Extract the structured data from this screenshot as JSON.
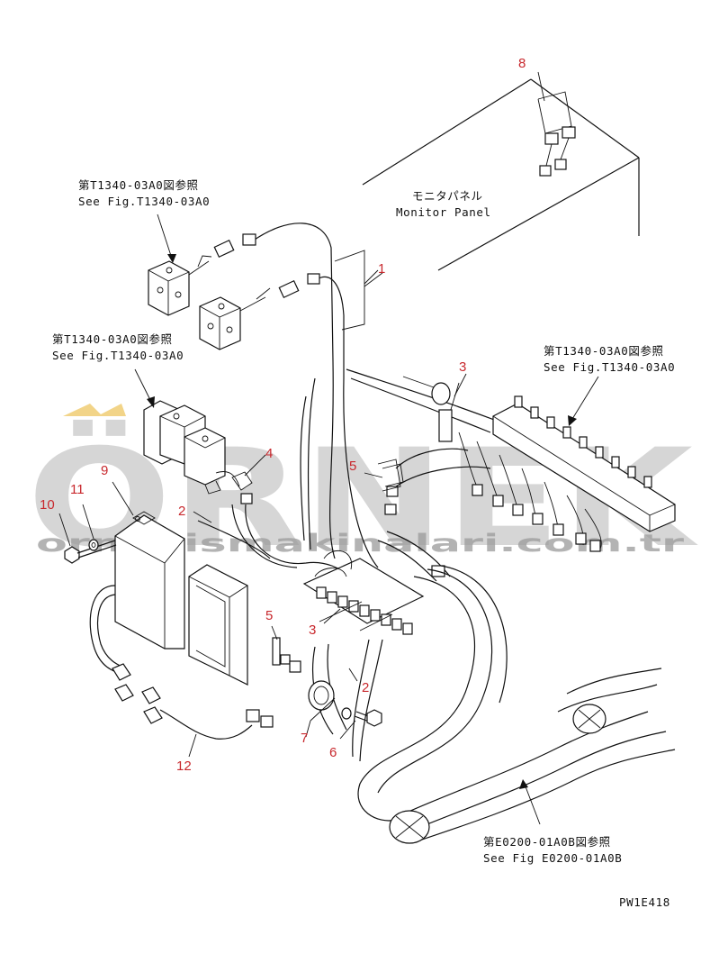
{
  "watermark": {
    "brand": "ÖRNEK",
    "site": "ornekismakinalari.com.tr"
  },
  "references": {
    "ref_top_left": {
      "jp": "第T1340-03A0図参照",
      "en": "See Fig.T1340-03A0"
    },
    "ref_mid_left": {
      "jp": "第T1340-03A0図参照",
      "en": "See Fig.T1340-03A0"
    },
    "ref_right": {
      "jp": "第T1340-03A0図参照",
      "en": "See Fig.T1340-03A0"
    },
    "ref_bottom": {
      "jp": "第E0200-01A0B図参照",
      "en": "See Fig E0200-01A0B"
    }
  },
  "monitor_panel": {
    "jp": "モニタパネル",
    "en": "Monitor Panel"
  },
  "part_numbers": [
    "1",
    "2",
    "2",
    "3",
    "3",
    "4",
    "5",
    "5",
    "6",
    "7",
    "8",
    "9",
    "10",
    "11",
    "12"
  ],
  "drawing_code": "PW1E418",
  "colors": {
    "part_number": "#c8282d",
    "line": "#111111",
    "watermark": "#d6d6d6",
    "watermark_accent": "#f2d488"
  }
}
